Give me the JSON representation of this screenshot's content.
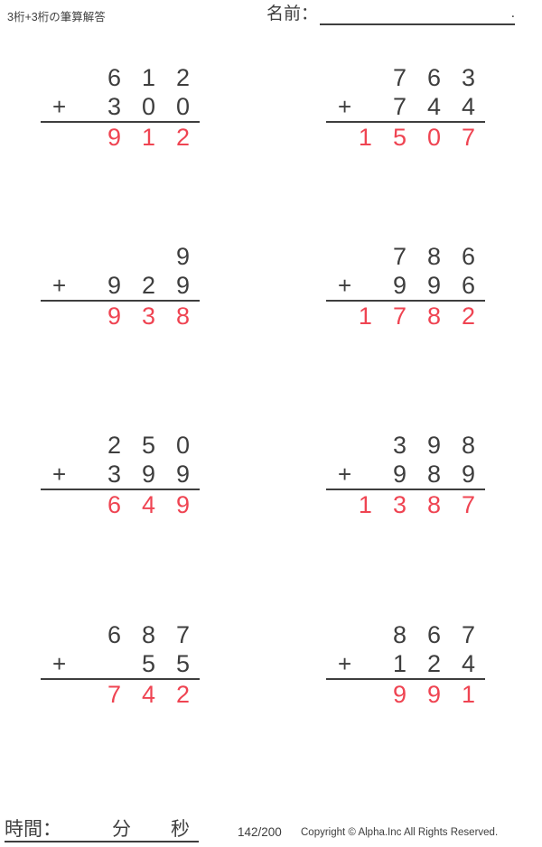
{
  "header": {
    "title": "3桁+3桁の筆算解答",
    "name_label": "名前：",
    "name_line_period": "."
  },
  "problems": [
    {
      "addend1": "612",
      "operator": "+",
      "addend2": "300",
      "answer": "912"
    },
    {
      "addend1": "763",
      "operator": "+",
      "addend2": "744",
      "answer": "1507"
    },
    {
      "addend1": "9",
      "operator": "+",
      "addend2": "929",
      "answer": "938"
    },
    {
      "addend1": "786",
      "operator": "+",
      "addend2": "996",
      "answer": "1782"
    },
    {
      "addend1": "250",
      "operator": "+",
      "addend2": "399",
      "answer": "649"
    },
    {
      "addend1": "398",
      "operator": "+",
      "addend2": "989",
      "answer": "1387"
    },
    {
      "addend1": "687",
      "operator": "+",
      "addend2": "55",
      "answer": "742"
    },
    {
      "addend1": "867",
      "operator": "+",
      "addend2": "124",
      "answer": "991"
    }
  ],
  "footer": {
    "time_label": "時間：",
    "minutes_label": "分",
    "seconds_label": "秒",
    "page_number": "142/200",
    "copyright": "Copyright © Alpha.Inc All Rights Reserved."
  },
  "colors": {
    "answer_red": "#ef4452",
    "ink": "#3e3e3e"
  }
}
